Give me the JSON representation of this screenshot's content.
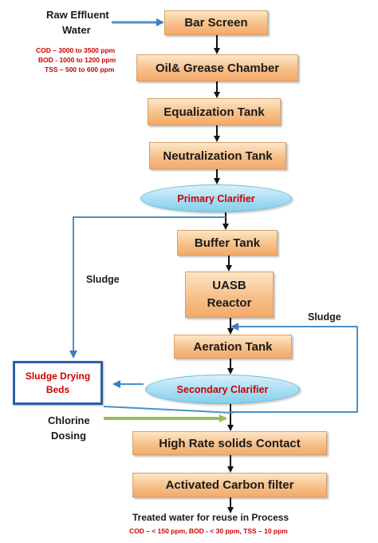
{
  "raw_effluent": {
    "line1": "Raw Effluent",
    "line2": "Water",
    "cod": "COD – 3000 to 3500 ppm",
    "bod": "BOD  - 1000 to 1200 ppm",
    "tss": "TSS – 500 to 600 ppm"
  },
  "steps": {
    "bar_screen": "Bar Screen",
    "oil_grease": "Oil& Grease Chamber",
    "equalization": "Equalization Tank",
    "neutralization": "Neutralization Tank",
    "primary_clarifier": "Primary Clarifier",
    "buffer_tank": "Buffer Tank",
    "uasb_line1": "UASB",
    "uasb_line2": "Reactor",
    "aeration_tank": "Aeration Tank",
    "secondary_clarifier": "Secondary Clarifier",
    "high_rate": "High Rate solids Contact",
    "activated_carbon": "Activated Carbon filter"
  },
  "side": {
    "sludge_left": "Sludge",
    "sludge_right": "Sludge",
    "sludge_drying_line1": "Sludge Drying",
    "sludge_drying_line2": "Beds",
    "chlorine_line1": "Chlorine",
    "chlorine_line2": "Dosing"
  },
  "output": {
    "treated": "Treated water for reuse in Process",
    "quality": "COD –  < 150 ppm,  BOD - < 30 ppm, TSS – 10 ppm"
  },
  "colors": {
    "box_fill": "#f7c089",
    "clarifier_fill": "#a3dcf2",
    "sludge_line": "#4a90c8",
    "chlorine_line": "#9bbb59",
    "accent_red": "#cc0000",
    "drying_border": "#2e5fa8"
  }
}
